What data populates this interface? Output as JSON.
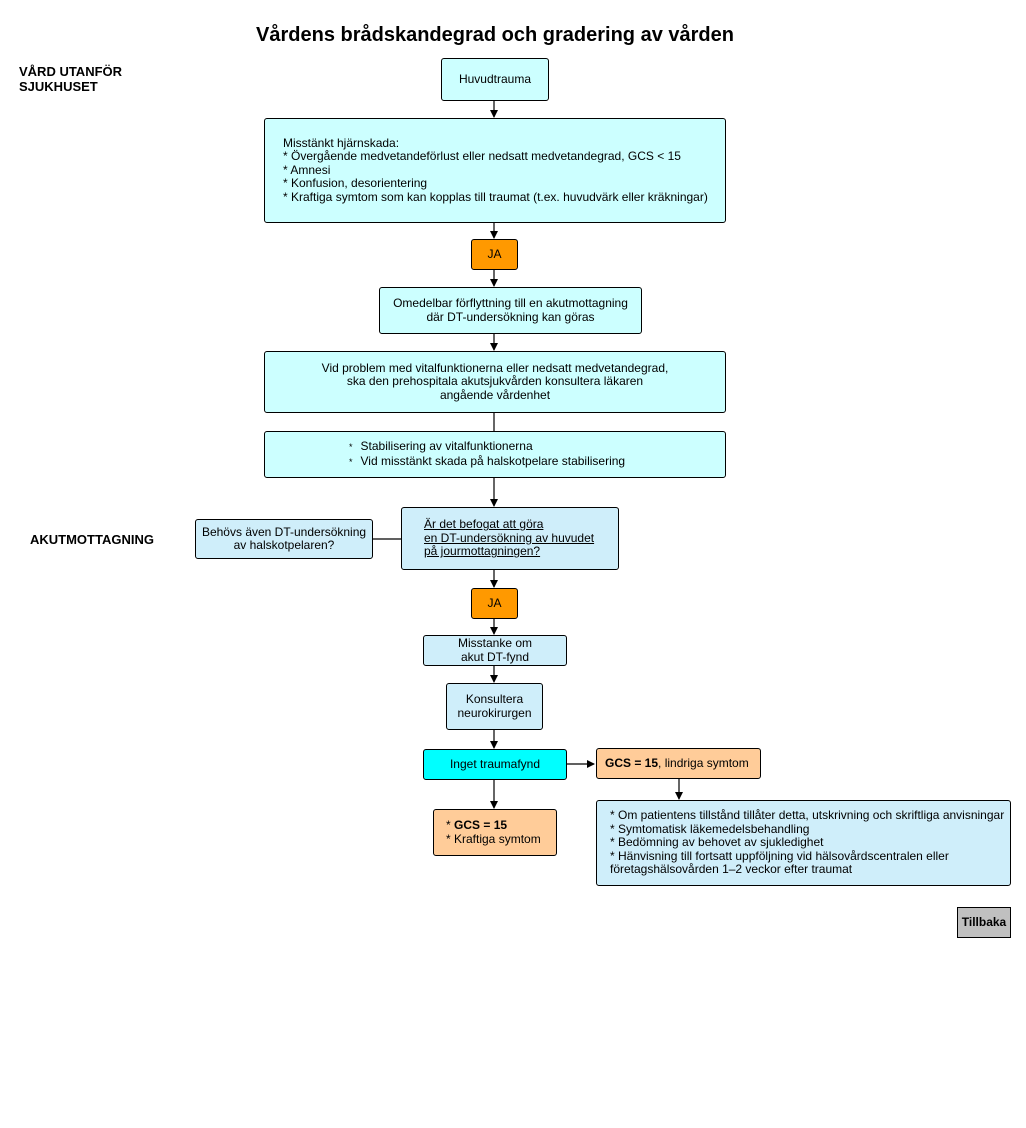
{
  "title": "Vårdens brådskandegrad och gradering av vården",
  "sections": {
    "outside": [
      "VÅRD UTANFÖR",
      "SJUKHUSET"
    ],
    "emergency": "AKUTMOTTAGNING"
  },
  "nodes": {
    "head_trauma": "Huvudtrauma",
    "suspected_injury": [
      "Misstänkt hjärnskada:",
      "* Övergående medvetandeförlust eller nedsatt medvetandegrad, GCS < 15",
      "* Amnesi",
      "* Konfusion, desorientering",
      "* Kraftiga symtom som kan kopplas till traumat (t.ex. huvudvärk eller kräkningar)"
    ],
    "yes_1": "JA",
    "transfer": [
      "Omedelbar förflyttning till en akutmottagning",
      "där DT-undersökning kan göras"
    ],
    "vital_problems": [
      "Vid problem med vitalfunktionerna eller nedsatt medvetandegrad,",
      "ska den prehospitala akutsjukvården konsultera läkaren",
      "angående vårdenhet"
    ],
    "stabilization": [
      "Stabilisering av vitalfunktionerna",
      "Vid misstänkt skada på halskotpelare stabilisering"
    ],
    "neck_ct": [
      "Behövs även DT-undersökning",
      "av halskotpelaren?"
    ],
    "ct_question": [
      "Är det befogat att göra",
      "en DT-undersökning av huvudet",
      "på jourmottagningen?"
    ],
    "yes_2": "JA",
    "suspicion": [
      "Misstanke om",
      "akut DT-fynd"
    ],
    "consult": [
      "Konsultera",
      "neurokirurgen"
    ],
    "no_finding": "Inget traumafynd",
    "gcs15_mild": {
      "bold": "GCS = 15",
      "rest": ", lindriga symtom"
    },
    "gcs15_severe": {
      "line1_bold": "GCS = 15",
      "line1_prefix": "* ",
      "line2": "* Kraftiga symtom"
    },
    "discharge": [
      "* Om patientens tillstånd tillåter detta, utskrivning och skriftliga anvisningar",
      "* Symtomatisk läkemedelsbehandling",
      "* Bedömning av behovet av sjukledighet",
      "* Hänvisning till fortsatt uppföljning vid hälsovårdscentralen eller",
      "företagshälsovården 1–2 veckor efter traumat"
    ],
    "back": "Tillbaka"
  },
  "colors": {
    "light_cyan": "#ccffff",
    "light_blue": "#cfeefa",
    "cyan": "#00ffff",
    "orange": "#ff9900",
    "peach": "#ffcc99",
    "grey": "#c0c0c0"
  }
}
